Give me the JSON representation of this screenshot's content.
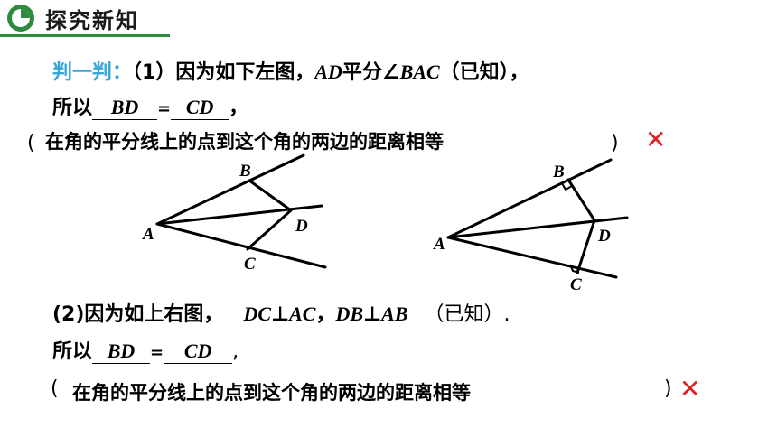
{
  "header": {
    "title": "探究新知",
    "icon": "pie-icon",
    "accent": "#2e8b3e"
  },
  "q1": {
    "label": "判一判：",
    "number": "（1）",
    "text_before": "因为如下左图，",
    "ad": "AD",
    "text_mid": "平分∠",
    "bac": "BAC",
    "text_after": "（已知），",
    "so": "所以",
    "blank1": "BD",
    "equals": "=",
    "blank2": "CD",
    "comma": "，",
    "paren_open": "(",
    "reason": "在角的平分线上的点到这个角的两边的距离相等",
    "paren_close": ")",
    "mark": "✕"
  },
  "q2": {
    "number": "(2)",
    "text_before": "因为如上右图，",
    "dc": "DC",
    "perp1": "⊥",
    "ac": "AC",
    "comma_mid": "，",
    "db": "DB",
    "perp2": "⊥",
    "ab": "AB",
    "known": "（已知）.",
    "so": "所以",
    "blank1": "BD",
    "equals": "=",
    "blank2": "CD",
    "comma": ",",
    "paren_open": "(",
    "reason": "在角的平分线上的点到这个角的两边的距离相等",
    "paren_close": ")",
    "mark": "✕"
  },
  "figures": {
    "left": {
      "A": "A",
      "B": "B",
      "C": "C",
      "D": "D"
    },
    "right": {
      "A": "A",
      "B": "B",
      "C": "C",
      "D": "D"
    }
  },
  "colors": {
    "label": "#3aa6d8",
    "cross": "#e02020"
  }
}
